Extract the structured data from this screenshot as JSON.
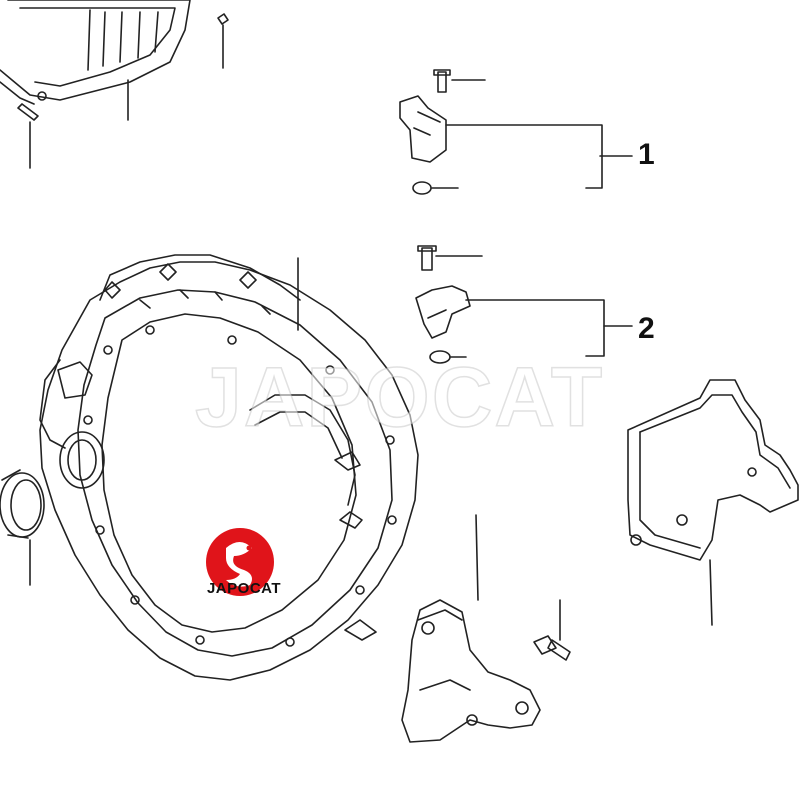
{
  "diagram": {
    "callouts": [
      {
        "label": "1"
      },
      {
        "label": "2"
      }
    ],
    "watermark_text": "JAPOCAT",
    "logo_text": "JAPOCAT"
  },
  "colors": {
    "line": "#222222",
    "logo_red": "#e0141a",
    "background": "#ffffff"
  }
}
